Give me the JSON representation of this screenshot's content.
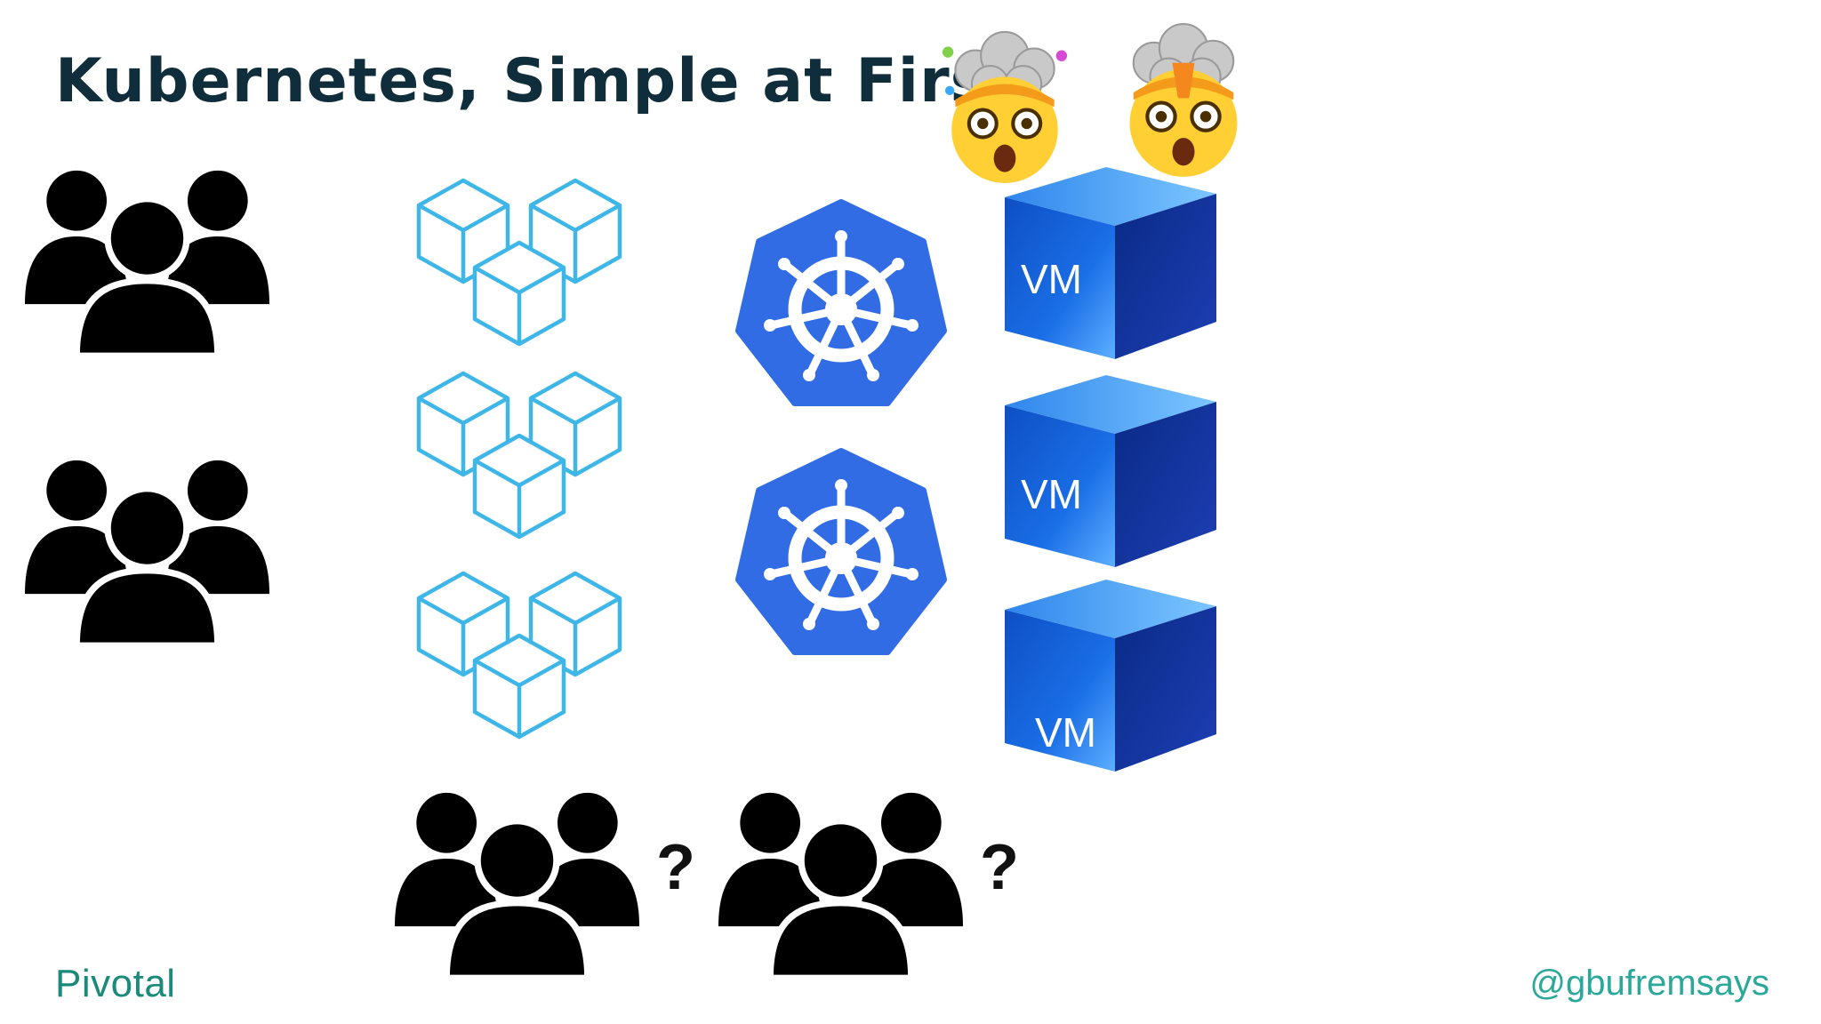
{
  "slide": {
    "title": "Kubernetes, Simple at First",
    "brand": "Pivotal",
    "handle": "@gbufremsays"
  },
  "emojis": [
    "exploding-head-icon",
    "exploding-head-icon"
  ],
  "teams": {
    "left": [
      "team-icon",
      "team-icon"
    ],
    "bottom": [
      "team-icon",
      "team-icon"
    ],
    "question_marks": [
      "?",
      "?"
    ]
  },
  "container_groups": [
    "cube-cluster-icon",
    "cube-cluster-icon",
    "cube-cluster-icon"
  ],
  "kubernetes_logos": [
    "kubernetes-helm-icon",
    "kubernetes-helm-icon"
  ],
  "vms": [
    {
      "label": "VM"
    },
    {
      "label": "VM"
    },
    {
      "label": "VM"
    }
  ],
  "colors": {
    "title": "#0f2d3a",
    "brand": "#1a8a7a",
    "handle": "#2aa89a",
    "cube_outline": "#3fb6e8",
    "kubernetes": "#326ce5",
    "vm_front": "#1565d8",
    "vm_side": "#0a2f8f",
    "vm_top": "#4aa3f5"
  }
}
